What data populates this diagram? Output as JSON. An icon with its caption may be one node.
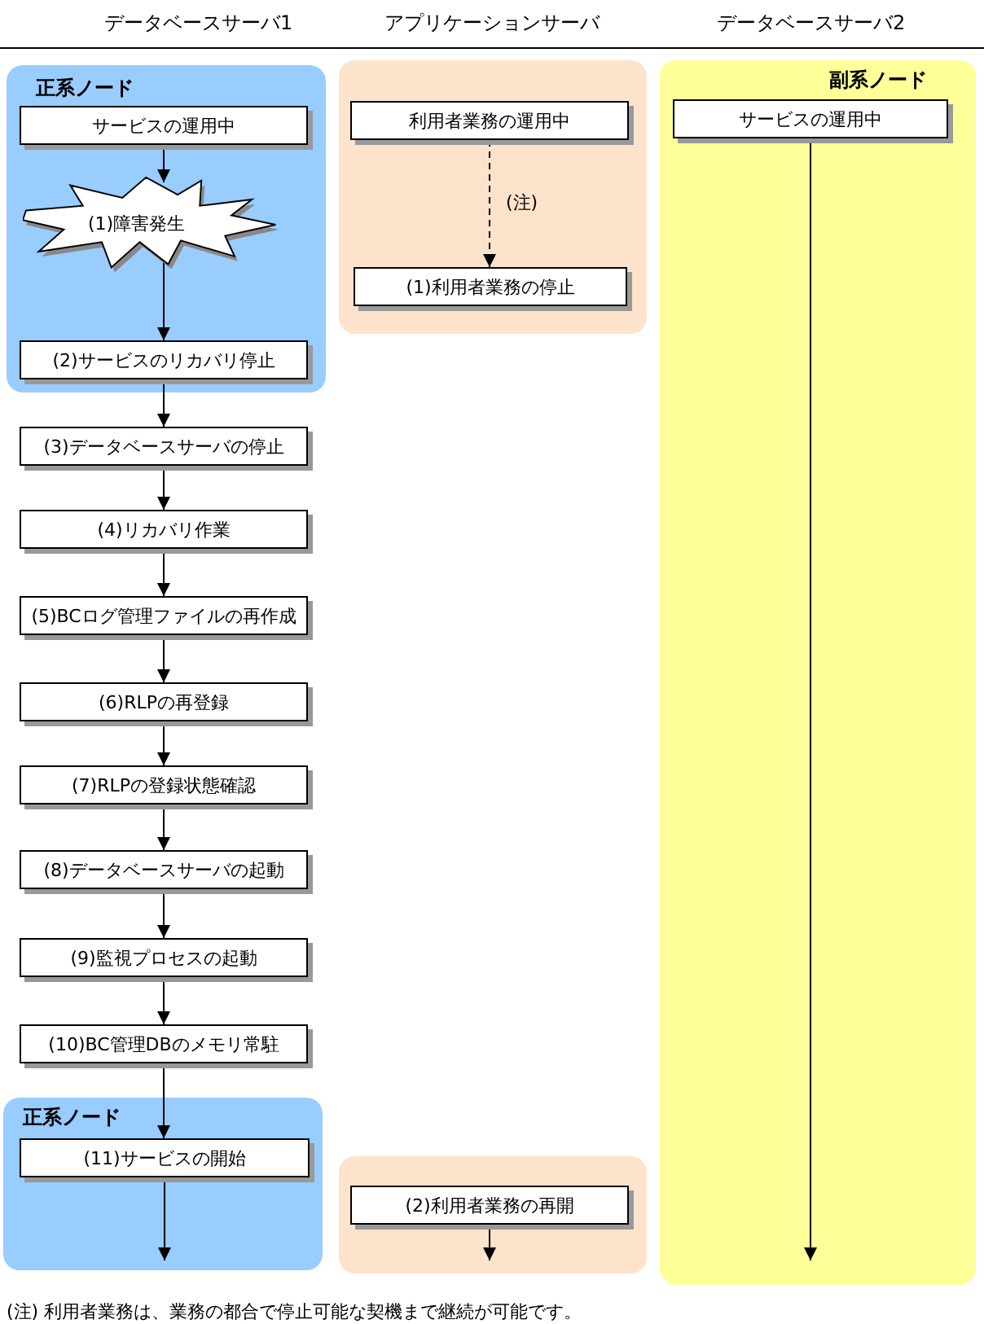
{
  "diagram": {
    "nodes": [
      {
        "text": [
          "正系ノード"
        ]
      },
      {
        "text": [
          "サービスの運用中"
        ],
        "in": 0
      },
      {
        "text": [
          "(1)障害発生"
        ],
        "in": 0
      },
      {
        "text": [
          "(2)サービスのリカバリ停止"
        ],
        "in": 0
      },
      {
        "text": [],
        "shape": "box"
      },
      {
        "text": [
          "利用者業務の運用中"
        ],
        "in": 4
      },
      {
        "text": [
          "(1)利用者業務の停止"
        ],
        "in": 4
      },
      {
        "text": [
          "副系ノード"
        ]
      },
      {
        "text": [
          "サービスの運用中"
        ],
        "in": 7
      },
      {
        "text": [
          "(3)データベースサーバの停止"
        ]
      },
      {
        "text": [
          "(4)リカバリ作業"
        ]
      },
      {
        "text": [
          "(5)BCログ管理ファイルの再作成"
        ]
      },
      {
        "text": [
          "(6)RLPの再登録"
        ]
      },
      {
        "text": [
          "(7)RLPの登録状態確認"
        ]
      },
      {
        "text": [
          "(8)データベースサーバの起動"
        ]
      },
      {
        "text": [
          "(9)監視プロセスの起動"
        ]
      },
      {
        "text": [
          "(10)BC管理DBのメモリ常駐"
        ]
      },
      {
        "text": [
          "正系ノード"
        ]
      },
      {
        "text": [
          "(11)サービスの開始"
        ],
        "in": 17
      },
      {
        "text": [],
        "shape": "box"
      },
      {
        "text": [
          "(2)利用者業務の再開"
        ],
        "in": 19
      }
    ],
    "edges": [
      {
        "from": 1,
        "to": 2,
        "arrow": "to"
      },
      {
        "from": 2,
        "to": 3,
        "arrow": "to"
      },
      {
        "from": 5,
        "to": 6,
        "arrow": "to",
        "label": "(注)",
        "style": "dashed"
      },
      {
        "from": 3,
        "to": 9,
        "arrow": "to"
      },
      {
        "from": 9,
        "to": 10,
        "arrow": "to"
      },
      {
        "from": 10,
        "to": 11,
        "arrow": "to"
      },
      {
        "from": 11,
        "to": 12,
        "arrow": "to"
      },
      {
        "from": 12,
        "to": 13,
        "arrow": "to"
      },
      {
        "from": 13,
        "to": 14,
        "arrow": "to"
      },
      {
        "from": 14,
        "to": 15,
        "arrow": "to"
      },
      {
        "from": 15,
        "to": 16,
        "arrow": "to"
      },
      {
        "from": 16,
        "to": 18,
        "arrow": "to"
      },
      {
        "from": 18,
        "to": null,
        "arrow": "to"
      },
      {
        "from": 20,
        "to": null,
        "arrow": "to"
      },
      {
        "from": 8,
        "to": null,
        "arrow": "to"
      }
    ],
    "labels": [
      "データベースサーバ1",
      "アプリケーションサーバ",
      "データベースサーバ2",
      "(注) 利用者業務は、業務の都合で停止可能な契機まで継続が可能です。"
    ]
  }
}
